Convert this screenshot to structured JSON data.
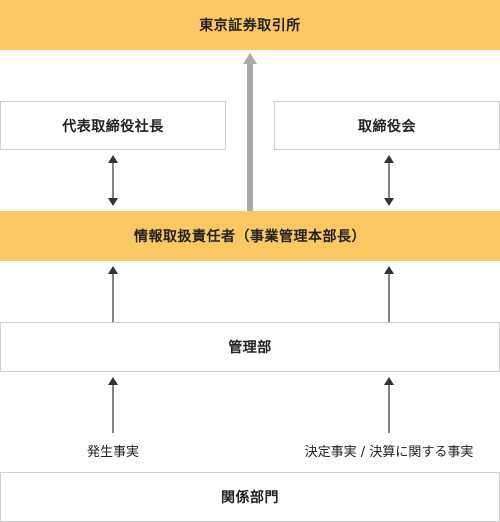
{
  "boxes": {
    "tse": "東京証券取引所",
    "ceo": "代表取締役社長",
    "board": "取締役会",
    "info_officer": "情報取扱責任者（事業管理本部長）",
    "admin": "管理部",
    "related_depts": "関係部門"
  },
  "labels": {
    "occurrence": "発生事実",
    "decision": "決定事実 / 決算に関する事実"
  },
  "colors": {
    "highlight": "#fcc765",
    "border": "#cfcfcf",
    "tse_arrow": "#aaaaaa",
    "arrow": "#333333"
  }
}
